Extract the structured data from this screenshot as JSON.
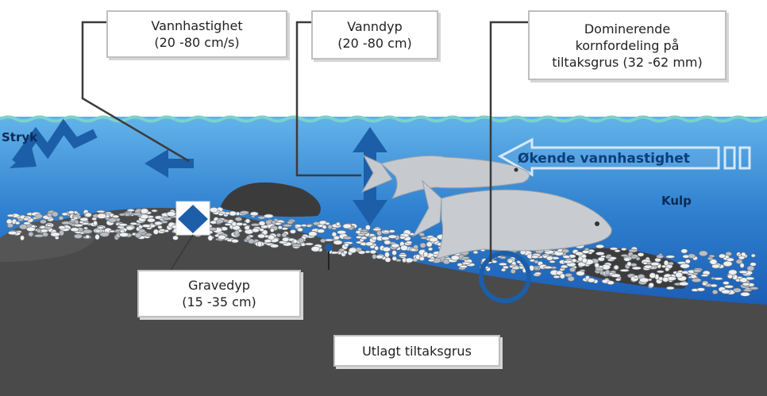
{
  "callouts": {
    "vannhastighet": {
      "title": "Vannhastighet",
      "range": "(20 -80 cm/s)"
    },
    "vanndyp": {
      "title": "Vanndyp",
      "range": "(20 -80 cm)"
    },
    "kornfordeling": {
      "line1": "Dominerende",
      "line2": "kornfordeling på",
      "line3": "tiltaksgrus (32  -62 mm)"
    },
    "gravedyp": {
      "title": "Gravedyp",
      "range": "(15 -35 cm)"
    },
    "tiltaksgrus": {
      "title": "Utlagt tiltaksgrus"
    }
  },
  "scene_labels": {
    "stryk": "Stryk",
    "kulp": "Kulp",
    "oekende_vannhastighet": "Økende vannhastighet"
  },
  "colors": {
    "water_top": "#55a8e4",
    "water_bottom": "#1e63b8",
    "riverbed": "#4b4b4b",
    "gravel": "#e9ecef",
    "fish": "#c8ccd0",
    "arrow_blue": "#1c5ea8",
    "leader_line": "#3b3b3b"
  }
}
